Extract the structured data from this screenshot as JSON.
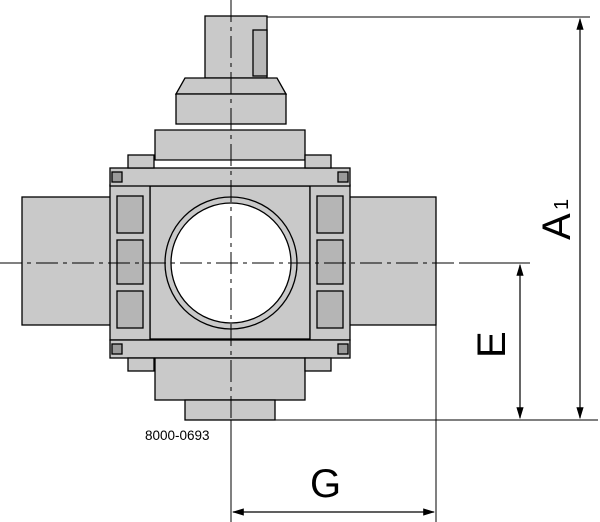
{
  "drawing_number": "8000-0693",
  "dimensions": {
    "A1_main": "A",
    "A1_sub": "1",
    "E": "E",
    "G": "G"
  },
  "colors": {
    "body_fill": "#c9c9c9",
    "line": "#000000",
    "background": "#ffffff"
  }
}
